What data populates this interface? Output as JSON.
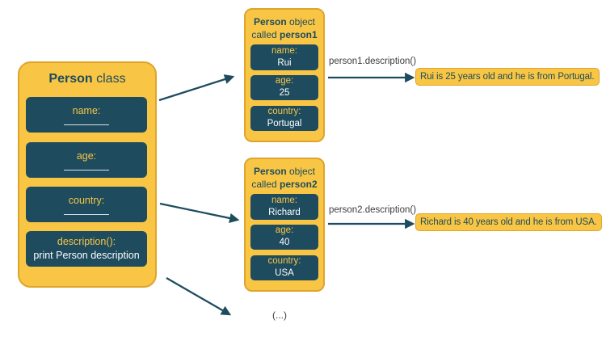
{
  "colors": {
    "gold": "#F8C644",
    "gold_border": "#DFA42C",
    "teal": "#1E4B5E",
    "label_gray": "#3C3C3C",
    "underline": "#D5E2E8",
    "value_white": "#FFFFFF"
  },
  "class_box": {
    "title_bold": "Person",
    "title_rest": " class",
    "fields": [
      {
        "label": "name:"
      },
      {
        "label": "age:"
      },
      {
        "label": "country:"
      },
      {
        "label": "description():",
        "sub": "print Person description"
      }
    ]
  },
  "objects": [
    {
      "title_line1_bold": "Person",
      "title_line1_rest": " object",
      "title_line2_pre": "called ",
      "title_line2_bold": "person1",
      "fields": [
        {
          "label": "name:",
          "value": "Rui"
        },
        {
          "label": "age:",
          "value": "25"
        },
        {
          "label": "country:",
          "value": "Portugal"
        }
      ],
      "call_label": "person1.description()",
      "output": "Rui is 25 years old and he is from Portugal."
    },
    {
      "title_line1_bold": "Person",
      "title_line1_rest": " object",
      "title_line2_pre": "called ",
      "title_line2_bold": "person2",
      "fields": [
        {
          "label": "name:",
          "value": "Richard"
        },
        {
          "label": "age:",
          "value": "40"
        },
        {
          "label": "country:",
          "value": "USA"
        }
      ],
      "call_label": "person2.description()",
      "output": "Richard is 40 years old and he is from USA."
    }
  ],
  "ellipsis": "(...)"
}
